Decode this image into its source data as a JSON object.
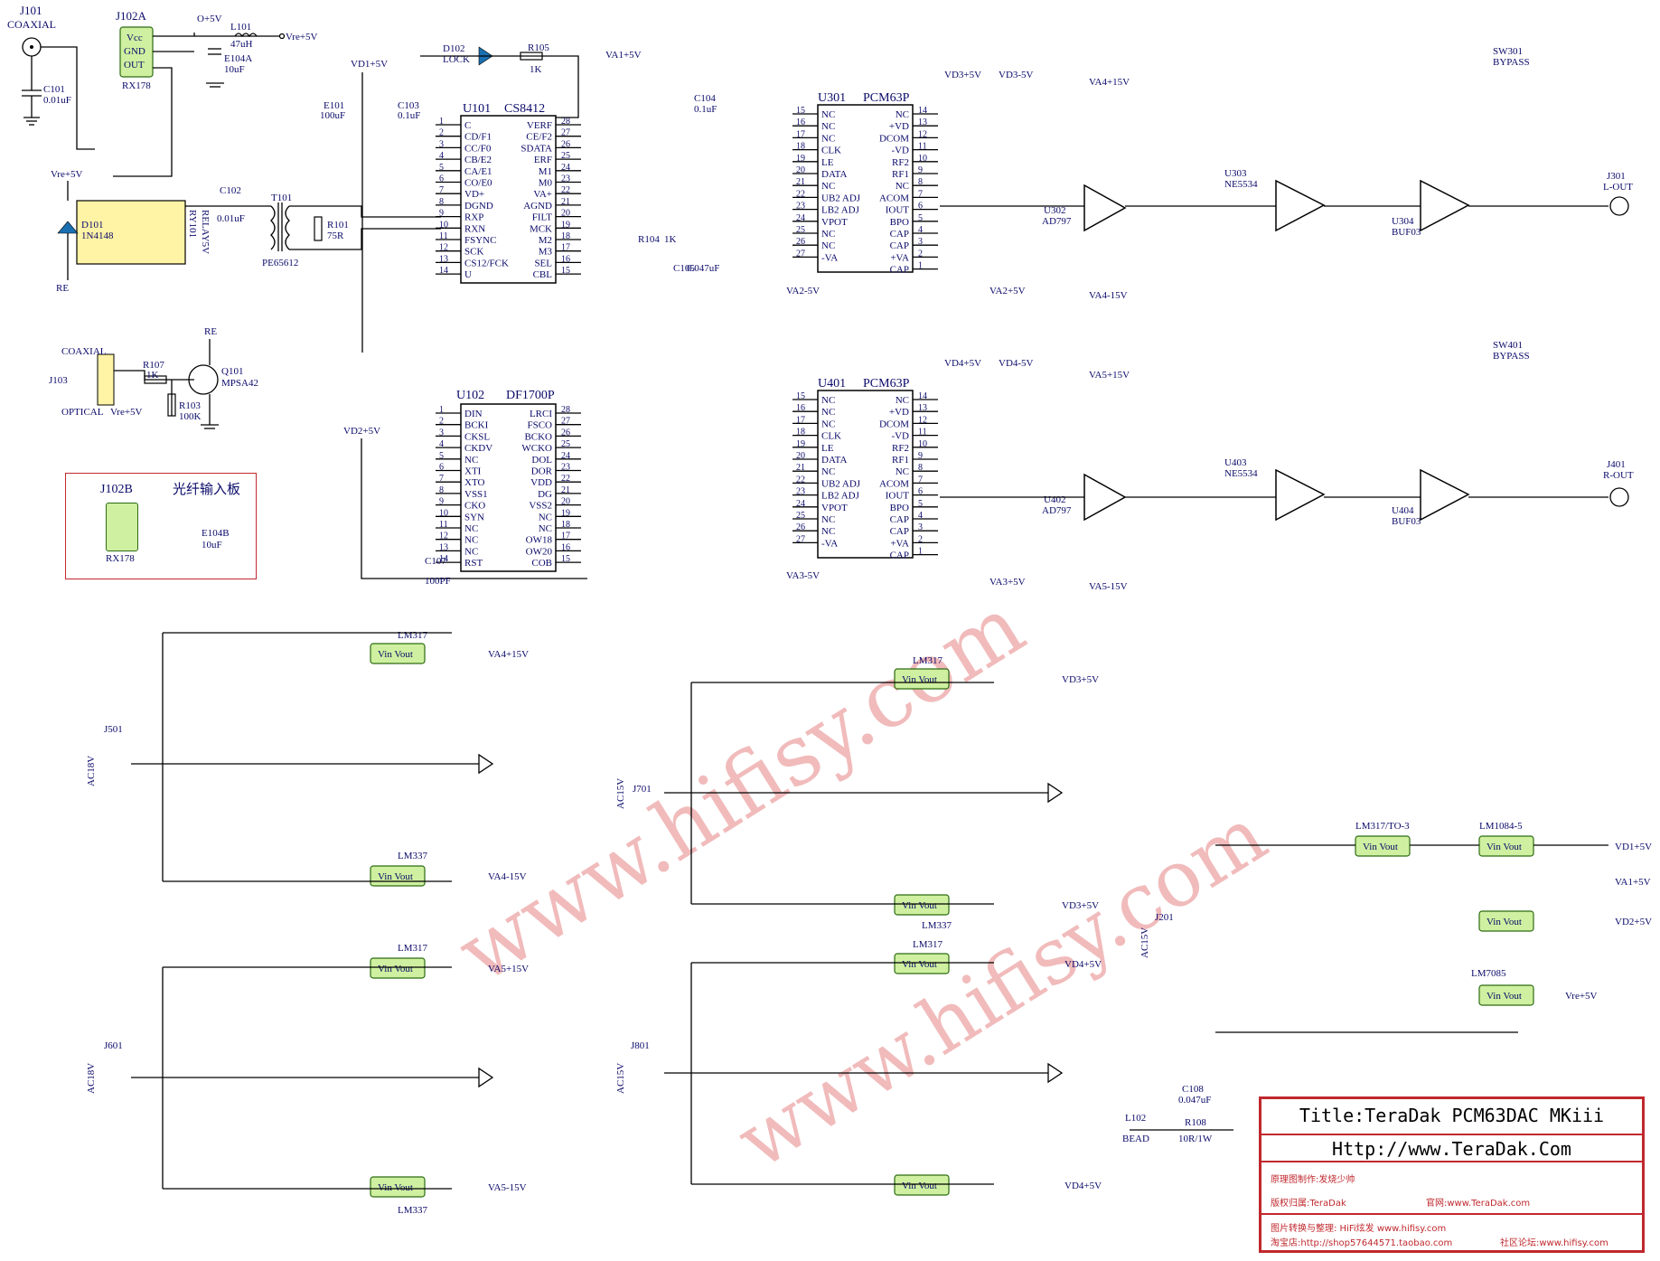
{
  "title_block": {
    "title": "Title:TeraDak PCM63DAC MKiii",
    "url": "Http://www.TeraDak.Com",
    "author": "原理图制作:发烧少帅",
    "copyright": "版权归属:TeraDak",
    "website": "官网:www.TeraDak.com",
    "converter": "图片转换与整理: HiFi炫发 www.hifisy.com",
    "shop": "淘宝店:http://shop57644571.taobao.com",
    "forum": "社区论坛:www.hifisy.com"
  },
  "watermark": {
    "text1": "www.hifisy.com",
    "text2": "www.hifisy.com"
  },
  "input_panel": {
    "label": "光纤输入板",
    "connector": "J102B",
    "module": "RX178"
  },
  "chips": [
    {
      "ref": "U101",
      "part": "CS8412"
    },
    {
      "ref": "U102",
      "part": "DF1700P"
    },
    {
      "ref": "U301",
      "part": "PCM63P"
    },
    {
      "ref": "U401",
      "part": "PCM63P"
    }
  ],
  "u101_pins_left": [
    "C",
    "CD/F1",
    "CC/F0",
    "CB/E2",
    "CA/E1",
    "CO/E0",
    "VD+",
    "DGND",
    "RXP",
    "RXN",
    "FSYNC",
    "SCK",
    "CS12/FCK",
    "U"
  ],
  "u101_pins_right": [
    "VERF",
    "CE/F2",
    "SDATA",
    "ERF",
    "M1",
    "M0",
    "VA+",
    "AGND",
    "FILT",
    "MCK",
    "M2",
    "M3",
    "SEL",
    "CBL"
  ],
  "u102_pins_left": [
    "DIN",
    "BCKI",
    "CKSL",
    "CKDV",
    "NC",
    "XTI",
    "XTO",
    "VSS1",
    "CKO",
    "SYN",
    "NC",
    "NC",
    "NC",
    "RST"
  ],
  "u102_pins_right": [
    "LRCI",
    "FSCO",
    "BCKO",
    "WCKO",
    "DOL",
    "DOR",
    "VDD",
    "DG",
    "VSS2",
    "NC",
    "NC",
    "OW18",
    "OW20",
    "COB"
  ],
  "pcm_pins_left": [
    "NC",
    "NC",
    "NC",
    "CLK",
    "LE",
    "DATA",
    "NC",
    "UB2 ADJ",
    "LB2 ADJ",
    "VPOT",
    "NC",
    "NC",
    "-VA"
  ],
  "pcm_pins_right": [
    "NC",
    "+VD",
    "DCOM",
    "-VD",
    "RF2",
    "RF1",
    "NC",
    "ACOM",
    "IOUT",
    "BPO",
    "CAP",
    "CAP",
    "+VA",
    "CAP"
  ],
  "connectors": {
    "j101": "J101",
    "coaxial": "COAXIAL",
    "j102a": "J102A",
    "rx178": "RX178",
    "j103": "J103",
    "coaxial2": "COAXIAL",
    "optical": "OPTICAL",
    "j301": "J301",
    "l_out": "L-OUT",
    "j401": "J401",
    "r_out": "R-OUT",
    "j501": "J501",
    "j601": "J601",
    "j701": "J701",
    "j801": "J801",
    "j201": "J201",
    "ac18v": "AC18V",
    "ac15v": "AC15V"
  },
  "rails": {
    "vre": "Vre+5V",
    "o5v": "O+5V",
    "vd1": "VD1+5V",
    "vd2": "VD2+5V",
    "va1": "VA1+5V",
    "vd3": "VD3+5V",
    "vd3n": "VD3-5V",
    "vd4": "VD4+5V",
    "vd4n": "VD4-5V",
    "va2": "VA2+5V",
    "va2n": "VA2-5V",
    "va3": "VA3+5V",
    "va3n": "VA3-5V",
    "va4p": "VA4+15V",
    "va4n": "VA4-15V",
    "va5p": "VA5+15V",
    "va5n": "VA5-15V",
    "re": "RE"
  },
  "ops": {
    "u302": "U302",
    "ad797": "AD797",
    "u303": "U303",
    "ne5534": "NE5534",
    "u304": "U304",
    "buf03": "BUF03",
    "u402": "U402",
    "u403": "U403",
    "u404": "U404"
  },
  "switches": {
    "sw301": "SW301",
    "sw401": "SW401",
    "bypass": "BYPASS"
  },
  "regulators": {
    "vinvout": "Vin Vout",
    "lm317": "LM317",
    "lm337": "LM337",
    "lm1084": "LM1084-5",
    "lm7085": "LM7085",
    "lm317to3": "LM317/TO-3"
  },
  "parts": {
    "c101": "C101",
    "c101v": "0.01uF",
    "l101": "L101",
    "l101v": "47uH",
    "e104a": "E104A",
    "e104av": "10uF",
    "d102": "D102",
    "lock": "LOCK",
    "r105": "R105",
    "r105v": "1K",
    "d101": "D101",
    "d101v": "1N4148",
    "ry101": "RY101",
    "ry101v": "RELAY5V",
    "t101": "T101",
    "t101v": "PE65612",
    "c102": "C102",
    "c102v": "0.01uF",
    "r101": "R101",
    "r101v": "75R",
    "r104": "R104",
    "r104v": "1K",
    "c105": "C105",
    "c105v": "0.047uF",
    "q101": "Q101",
    "q101v": "MPSA42",
    "r107": "R107",
    "r107v": "1K",
    "r103": "R103",
    "r103v": "100K",
    "c107": "C107",
    "c107v": "100PF",
    "c108": "C108",
    "c108v": "0.047uF",
    "l102": "L102",
    "bead": "BEAD",
    "r108": "R108",
    "r108v": "10R/1W",
    "e104b": "E104B",
    "e104bv": "10uF"
  },
  "colors": {
    "ink": "#0a0a6a",
    "wire": "#000000",
    "reg": "#cff0a0",
    "frame": "#c0282d",
    "diode": "#1a6fb0",
    "watermark": "#e26a6a"
  }
}
